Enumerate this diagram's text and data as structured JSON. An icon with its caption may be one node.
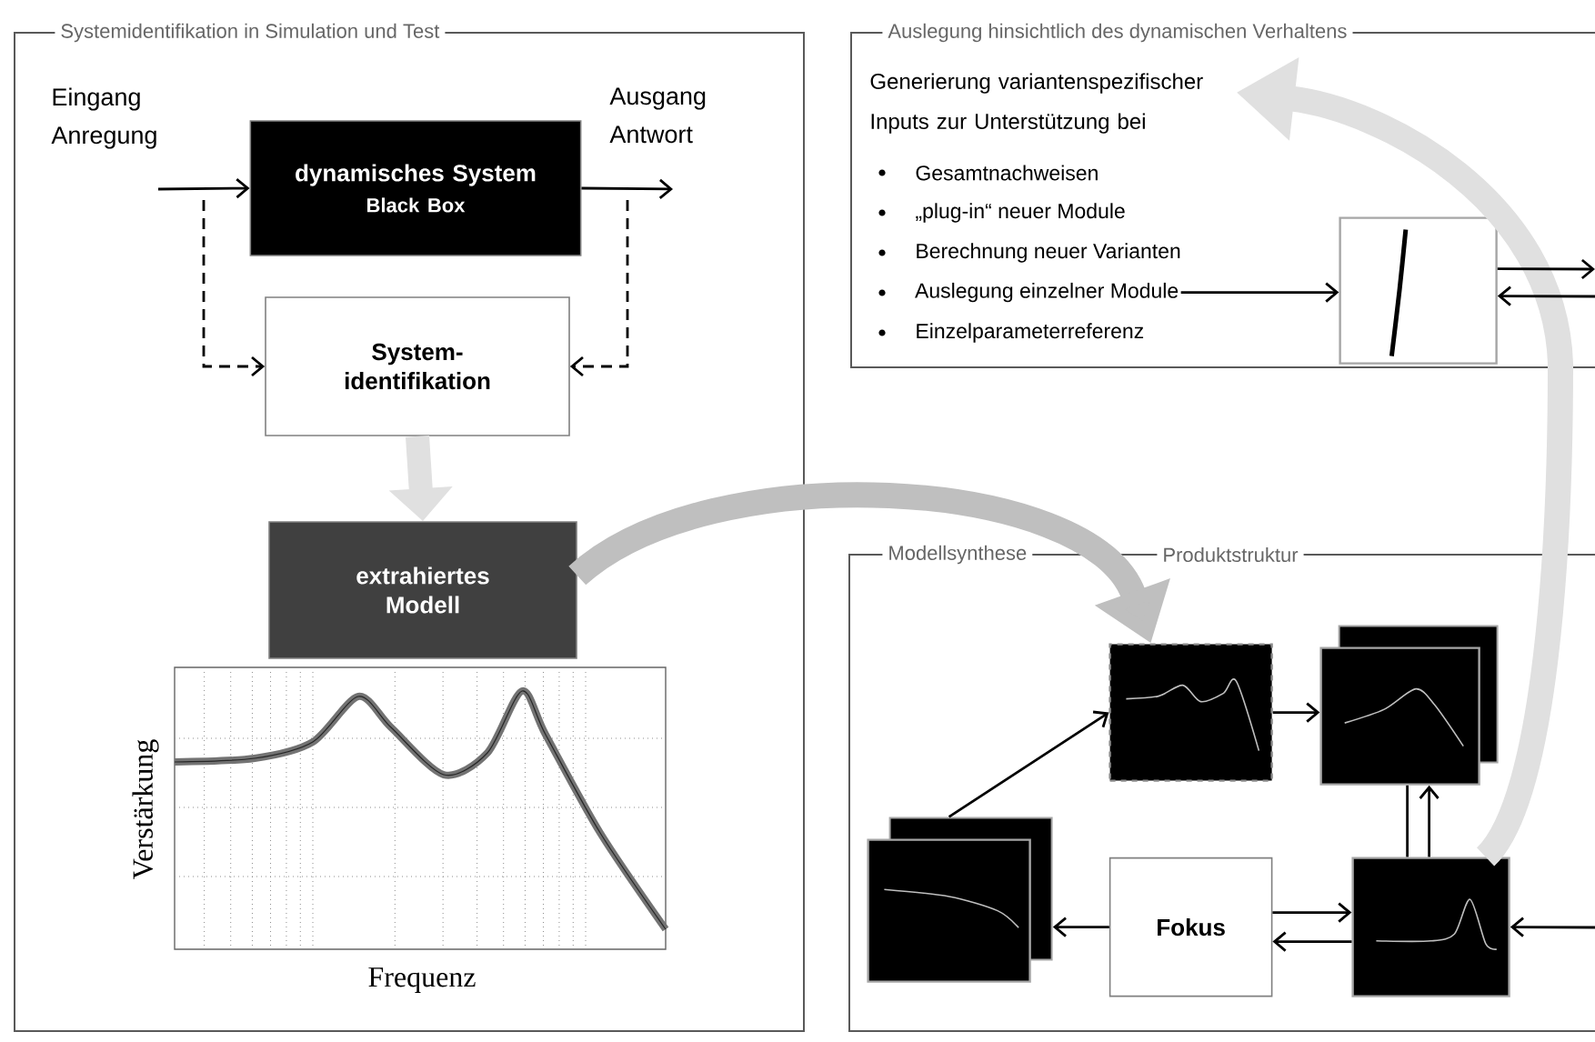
{
  "diagram": {
    "nodes": [
      {
        "text": [
          "Systemidentifikation in Simulation und Test"
        ]
      },
      {
        "text": [
          "dynamisches System",
          "Black Box"
        ],
        "in": 0
      },
      {
        "text": [
          "System- identifikation"
        ],
        "in": 0
      },
      {
        "text": [
          "extrahiertes Modell"
        ],
        "in": 0
      },
      {
        "text": [
          "Auslegung hinsichtlich des dynamischen Verhaltens",
          "Generierung variantenspezifischer Inputs zur Unterstützung bei"
        ]
      },
      {
        "text": [
          "Auslegung einzelner Module"
        ],
        "in": 4
      },
      {
        "text": [],
        "shape": "picture",
        "in": 4
      },
      {
        "text": [
          "Modellsynthese",
          "Produktstruktur"
        ]
      },
      {
        "text": [],
        "shape": "picture",
        "in": 7
      },
      {
        "text": [],
        "shape": "picture",
        "in": 7
      },
      {
        "text": [],
        "shape": "picture",
        "in": 7
      },
      {
        "text": [
          "Fokus"
        ],
        "in": 7
      },
      {
        "text": [],
        "shape": "picture",
        "in": 7
      }
    ],
    "edges": [
      {
        "from": null,
        "to": 1,
        "arrow": "to"
      },
      {
        "from": 1,
        "to": null,
        "arrow": "to"
      },
      {
        "from": null,
        "to": 2,
        "arrow": "to",
        "style": "dashed"
      },
      {
        "from": null,
        "to": 2,
        "arrow": "to",
        "style": "dashed"
      },
      {
        "from": 2,
        "to": 3,
        "arrow": "to",
        "style": "thick",
        "color": "#e0e0e0"
      },
      {
        "from": 5,
        "to": 6,
        "arrow": "to"
      },
      {
        "from": 6,
        "to": null,
        "arrow": "to"
      },
      {
        "from": null,
        "to": 6,
        "arrow": "to"
      },
      {
        "from": 3,
        "to": 8,
        "arrow": "to",
        "style": "thick",
        "color": "#bfbfbf"
      },
      {
        "from": 10,
        "to": 8,
        "arrow": "to"
      },
      {
        "from": 8,
        "to": 9,
        "arrow": "to"
      },
      {
        "from": 9,
        "to": 12,
        "arrow": "none"
      },
      {
        "from": 12,
        "to": 9,
        "arrow": "to"
      },
      {
        "from": 11,
        "to": 12,
        "arrow": "to"
      },
      {
        "from": 12,
        "to": 11,
        "arrow": "to"
      },
      {
        "from": 11,
        "to": 10,
        "arrow": "to"
      },
      {
        "from": null,
        "to": 12,
        "arrow": "to"
      },
      {
        "from": 12,
        "to": 4,
        "arrow": "to",
        "style": "thick",
        "color": "#e0e0e0"
      }
    ],
    "labels": [
      "Eingang Anregung",
      "Ausgang Antwort",
      "Gesamtnachweisen",
      "„plug-in“ neuer Module",
      "Berechnung neuer Varianten",
      "Einzelparameterreferenz",
      "Verstärkung",
      "Frequenz"
    ]
  }
}
